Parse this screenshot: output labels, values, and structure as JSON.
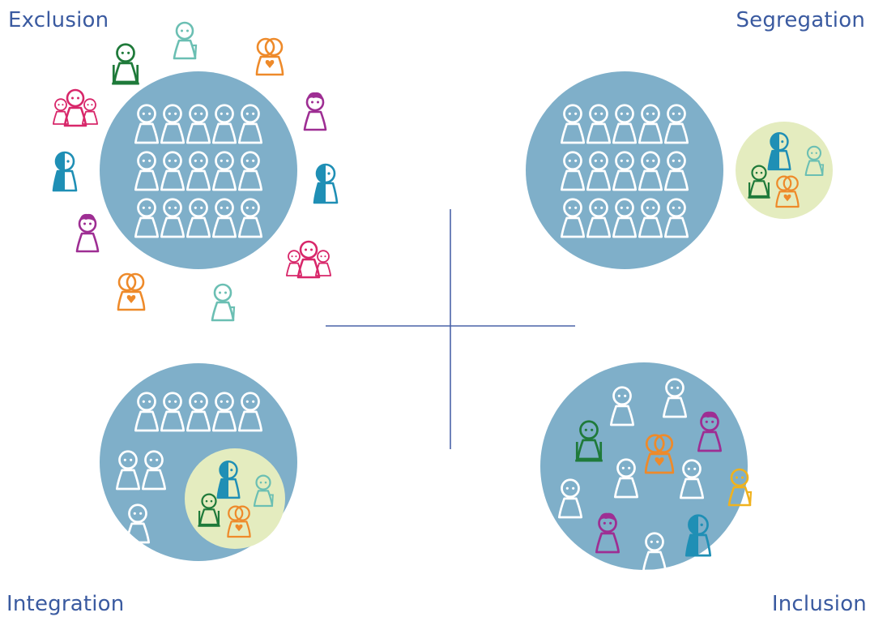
{
  "quadrants": {
    "exclusion": "Exclusion",
    "segregation": "Segregation",
    "integration": "Integration",
    "inclusion": "Inclusion"
  },
  "colors": {
    "circle": "#7fafc9",
    "inner_circle": "#e4ecbf",
    "axis": "#4a63a8",
    "label": "#3a5aa0",
    "majority_person": "#ffffff",
    "pink_family": "#d8276a",
    "teal_blue": "#1f8fb5",
    "dark_green_wheelchair": "#1f7a3a",
    "mint": "#6bbfb3",
    "orange": "#ee8a2a",
    "purple": "#9e2e93",
    "yellow": "#f0b21e"
  },
  "icons": {
    "majority": "person-icon",
    "wheelchair": "wheelchair-user-icon",
    "family": "family-group-icon",
    "mixed_face": "two-tone-person-icon",
    "heart": "heart-person-icon",
    "purple": "curly-hair-person-icon",
    "cane": "elderly-person-icon"
  }
}
